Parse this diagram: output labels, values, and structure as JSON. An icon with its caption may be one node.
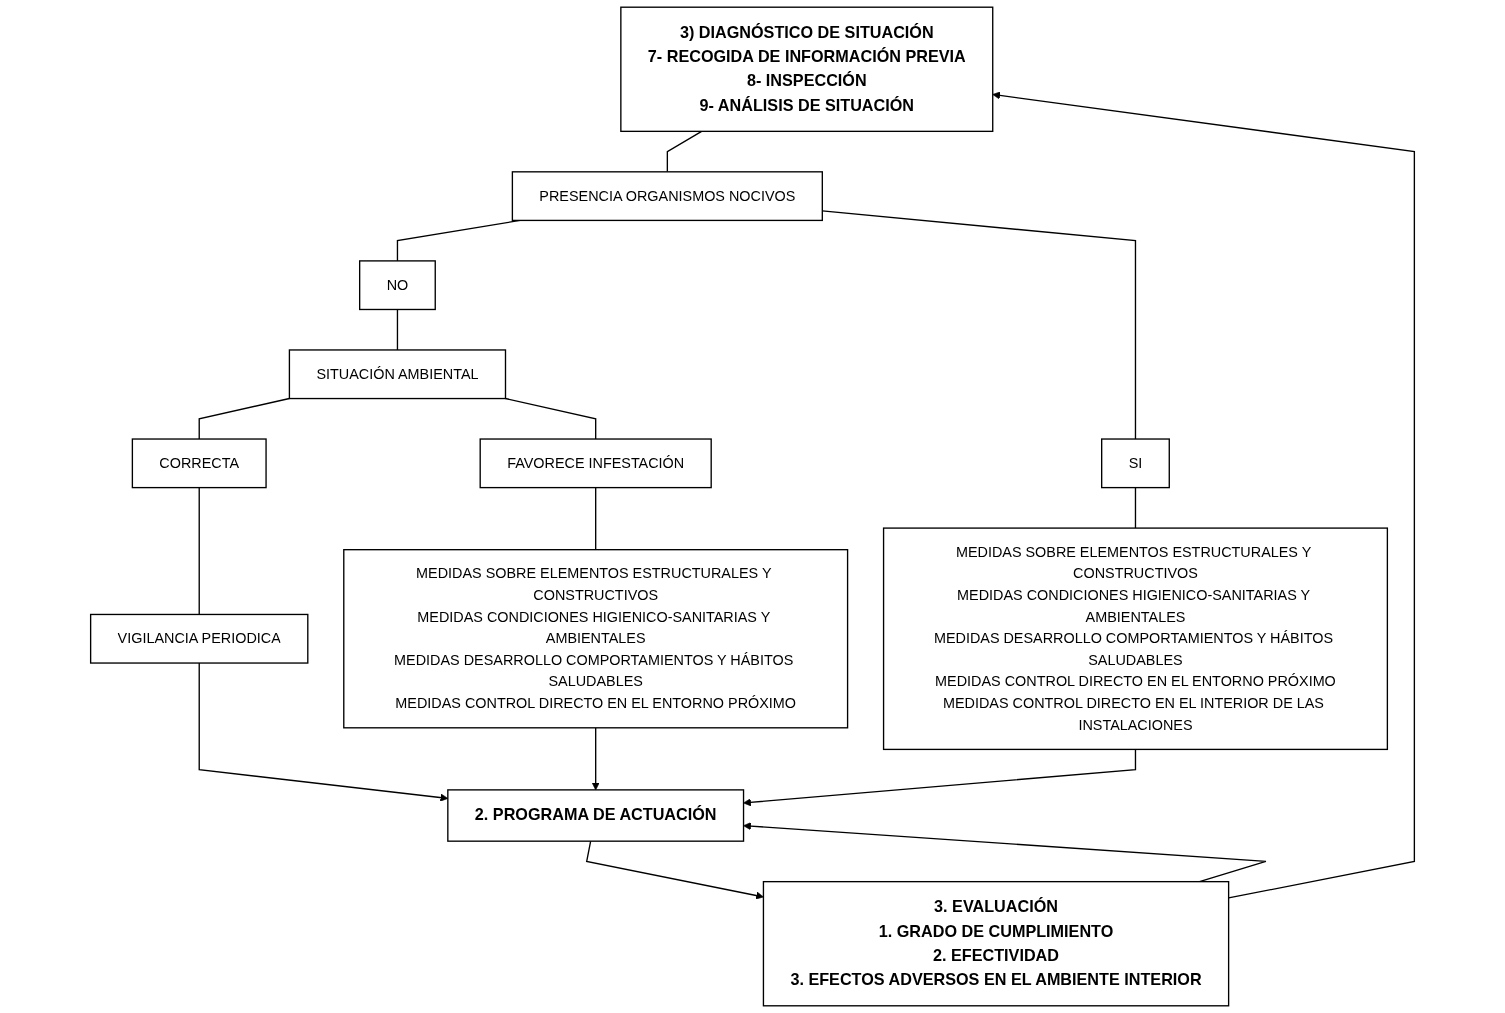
{
  "diagram": {
    "nodes": [
      {
        "text": [
          "3) DIAGNÓSTICO DE SITUACIÓN",
          "7- RECOGIDA DE INFORMACIÓN PREVIA",
          "8- INSPECCIÓN",
          "9- ANÁLISIS DE SITUACIÓN"
        ]
      },
      {
        "text": [
          "PRESENCIA ORGANISMOS NOCIVOS"
        ]
      },
      {
        "text": [
          "NO"
        ]
      },
      {
        "text": [
          "SI"
        ]
      },
      {
        "text": [
          "SITUACIÓN AMBIENTAL"
        ]
      },
      {
        "text": [
          "CORRECTA"
        ]
      },
      {
        "text": [
          "FAVORECE INFESTACIÓN"
        ]
      },
      {
        "text": [
          "VIGILANCIA PERIODICA"
        ]
      },
      {
        "text": [
          "MEDIDAS SOBRE ELEMENTOS ESTRUCTURALES Y CONSTRUCTIVOS",
          "MEDIDAS CONDICIONES HIGIENICO-SANITARIAS Y AMBIENTALES",
          "MEDIDAS DESARROLLO COMPORTAMIENTOS Y HÁBITOS SALUDABLES",
          "MEDIDAS CONTROL DIRECTO EN EL ENTORNO PRÓXIMO"
        ]
      },
      {
        "text": [
          "MEDIDAS SOBRE ELEMENTOS ESTRUCTURALES Y CONSTRUCTIVOS",
          "MEDIDAS CONDICIONES HIGIENICO-SANITARIAS Y AMBIENTALES",
          "MEDIDAS DESARROLLO COMPORTAMIENTOS Y HÁBITOS SALUDABLES",
          "MEDIDAS CONTROL DIRECTO EN EL ENTORNO PRÓXIMO",
          "MEDIDAS CONTROL DIRECTO EN EL INTERIOR DE LAS INSTALACIONES"
        ]
      },
      {
        "text": [
          "2. PROGRAMA DE ACTUACIÓN"
        ]
      },
      {
        "text": [
          "3. EVALUACIÓN",
          "1. GRADO DE CUMPLIMIENTO",
          "2. EFECTIVIDAD",
          "3. EFECTOS ADVERSOS EN EL AMBIENTE INTERIOR"
        ]
      }
    ],
    "edges": [
      {
        "from": 0,
        "to": 1,
        "arrow": "none"
      },
      {
        "from": 1,
        "to": 2,
        "arrow": "none"
      },
      {
        "from": 1,
        "to": 3,
        "arrow": "none"
      },
      {
        "from": 2,
        "to": 4,
        "arrow": "none"
      },
      {
        "from": 4,
        "to": 5,
        "arrow": "none"
      },
      {
        "from": 4,
        "to": 6,
        "arrow": "none"
      },
      {
        "from": 5,
        "to": 7,
        "arrow": "none"
      },
      {
        "from": 6,
        "to": 8,
        "arrow": "none"
      },
      {
        "from": 3,
        "to": 9,
        "arrow": "none"
      },
      {
        "from": 7,
        "to": 10,
        "arrow": "to"
      },
      {
        "from": 8,
        "to": 10,
        "arrow": "to"
      },
      {
        "from": 9,
        "to": 10,
        "arrow": "to"
      },
      {
        "from": 10,
        "to": 11,
        "arrow": "to"
      },
      {
        "from": 11,
        "to": 10,
        "arrow": "to"
      },
      {
        "from": 11,
        "to": 0,
        "arrow": "to"
      }
    ]
  }
}
